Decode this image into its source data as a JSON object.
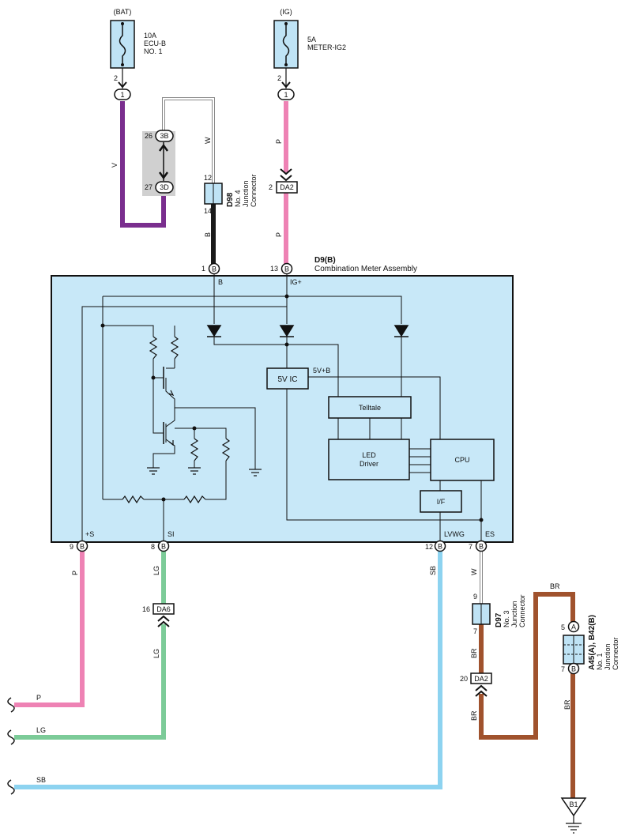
{
  "power_sources": {
    "bat": {
      "label": "(BAT)",
      "rating": "10A",
      "name1": "ECU-B",
      "name2": "NO. 1",
      "pin": "2",
      "conn": "1"
    },
    "ig": {
      "label": "(IG)",
      "rating": "5A",
      "name1": "METER-IG2",
      "pin": "2",
      "conn": "1"
    }
  },
  "junctions": {
    "d98": {
      "id": "D98",
      "line1": "No. 4",
      "line2": "Junction",
      "line3": "Connector",
      "pin_top": "12",
      "pin_bottom": "14"
    },
    "d97": {
      "id": "D97",
      "line1": "No. 3",
      "line2": "Junction",
      "line3": "Connector",
      "pin_top": "9",
      "pin_bottom": "7"
    },
    "a45": {
      "id": "A45(A), B42(B)",
      "line1": "No. 1",
      "line2": "Junction",
      "line3": "Connector",
      "pin_top": "5",
      "pin_top_conn": "A",
      "pin_bottom": "7",
      "pin_bottom_conn": "B"
    },
    "jb_3b": {
      "pin": "26",
      "conn": "3B"
    },
    "jb_3d": {
      "pin": "27",
      "conn": "3D"
    }
  },
  "inline_connectors": {
    "da2_top": {
      "pin": "2",
      "name": "DA2"
    },
    "da6": {
      "pin": "16",
      "name": "DA6"
    },
    "da2_bottom": {
      "pin": "20",
      "name": "DA2"
    }
  },
  "meter": {
    "id": "D9(B)",
    "name": "Combination Meter Assembly",
    "top_pins": [
      {
        "pin": "1",
        "conn": "B",
        "label": "B"
      },
      {
        "pin": "13",
        "conn": "B",
        "label": "IG+"
      }
    ],
    "bottom_pins": [
      {
        "pin": "9",
        "conn": "B",
        "label": "+S"
      },
      {
        "pin": "8",
        "conn": "B",
        "label": "SI"
      },
      {
        "pin": "12",
        "conn": "B",
        "label": "LVWG"
      },
      {
        "pin": "7",
        "conn": "B",
        "label": "ES"
      }
    ],
    "blocks": {
      "ic": "5V IC",
      "ic_out": "5V+B",
      "telltale": "Telltale",
      "led1": "LED",
      "led2": "Driver",
      "cpu": "CPU",
      "if": "I/F"
    }
  },
  "wire_colors": {
    "v": "V",
    "w1": "W",
    "b": "B",
    "p_top1": "P",
    "p_top2": "P",
    "p_left": "P",
    "lg1": "LG",
    "lg2": "LG",
    "sb": "SB",
    "w2": "W",
    "br1": "BR",
    "br2": "BR",
    "br3": "BR",
    "br4": "BR"
  },
  "terminals": {
    "p": "P",
    "lg": "LG",
    "sb": "SB"
  },
  "ground": {
    "id": "B1"
  },
  "colors": {
    "violet": "#7a2e8e",
    "pink": "#ee82b4",
    "green": "#7ccb98",
    "lightblue": "#8dd3f0",
    "brown": "#a0522d",
    "black": "#1a1a1a",
    "meter_fill": "#c8e8f8",
    "junction_fill": "#bfe3f5",
    "jb_gray": "#d0d0d0"
  }
}
